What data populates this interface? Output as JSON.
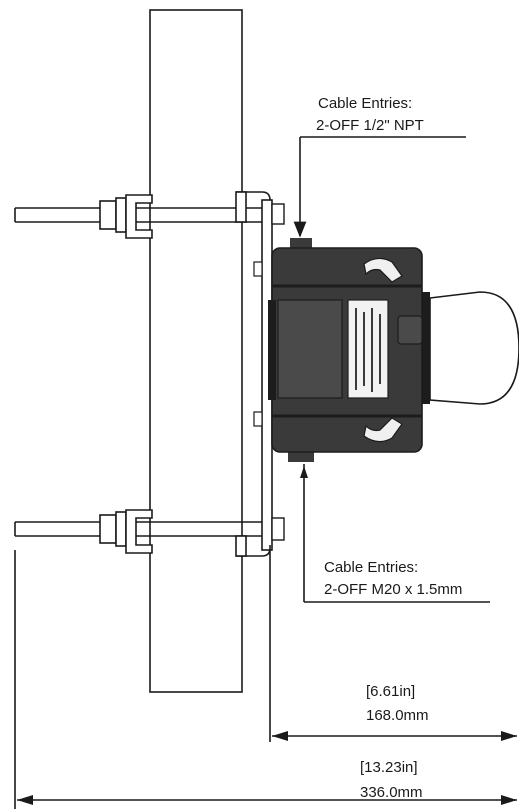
{
  "callouts": {
    "top": {
      "line1": "Cable Entries:",
      "line2": "2-OFF 1/2\" NPT"
    },
    "bottom": {
      "line1": "Cable Entries:",
      "line2": "2-OFF M20 x 1.5mm"
    }
  },
  "dimensions": {
    "inner": {
      "imperial": "[6.61in]",
      "metric": "168.0mm"
    },
    "outer": {
      "imperial": "[13.23in]",
      "metric": "336.0mm"
    }
  },
  "colors": {
    "line": "#1a1a1a",
    "housing": "#3a3a3a",
    "housing_dark": "#1c1c1c",
    "lens": "#ffffff"
  }
}
